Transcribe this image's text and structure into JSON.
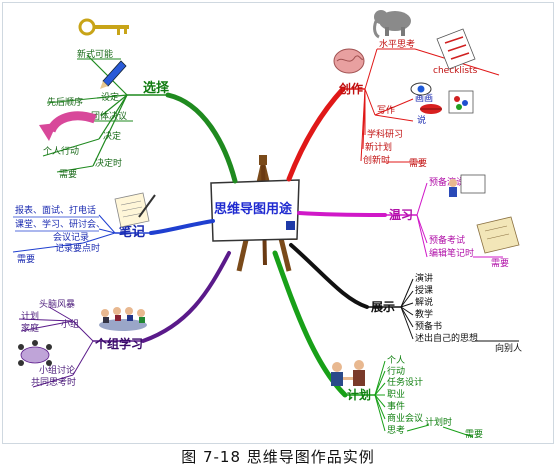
{
  "center": {
    "title": "思维导图用途"
  },
  "branches": {
    "choice": {
      "label": "选择",
      "color": "#1f8a1f",
      "sub_design": "设定",
      "sub_decide": "决定",
      "leaves": [
        "新式可能",
        "先后顺序",
        "团体决议",
        "个人行动",
        "需要",
        "决定时"
      ]
    },
    "notes": {
      "label": "笔记",
      "color": "#1f3fd0",
      "leaves": [
        "报表、面试、打电话",
        "课堂、学习、研讨会、",
        "会议记录",
        "记录要点时",
        "需要"
      ]
    },
    "group": {
      "label": "个组学习",
      "color": "#5a1a8a",
      "leaves": [
        "头脑风暴",
        "计划",
        "家庭",
        "小组",
        "小组讨论",
        "共同思考时"
      ]
    },
    "creation": {
      "label": "创作",
      "color": "#e01818",
      "leaves": [
        "水平思考",
        "checklists",
        "写作",
        "画画",
        "说",
        "学科研习",
        "新计划",
        "创新时",
        "需要"
      ]
    },
    "review": {
      "label": "温习",
      "color": "#d018c8",
      "leaves": [
        "预备演说",
        "预备考试",
        "编辑笔记时",
        "需要"
      ]
    },
    "present": {
      "label": "展示",
      "color": "#111111",
      "leaves": [
        "演讲",
        "授课",
        "解说",
        "教学",
        "预备书",
        "述出自己的思想",
        "向别人"
      ]
    },
    "plan": {
      "label": "计划",
      "color": "#18a018",
      "leaves": [
        "个人",
        "行动",
        "任务设计",
        "职业",
        "事件",
        "商业会议",
        "思考",
        "计划时",
        "需要"
      ]
    }
  },
  "caption": "图 7-18  思维导图作品实例"
}
